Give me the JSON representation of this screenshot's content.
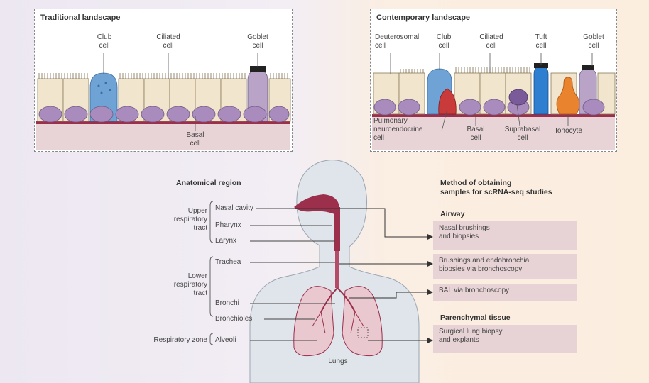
{
  "traditional": {
    "title": "Traditional landscape",
    "club": "Club\ncell",
    "ciliated": "Ciliated\ncell",
    "goblet": "Goblet\ncell",
    "basal": "Basal\ncell"
  },
  "contemporary": {
    "title": "Contemporary landscape",
    "deuterosomal": "Deuterosomal\ncell",
    "club": "Club\ncell",
    "ciliated": "Ciliated\ncell",
    "tuft": "Tuft\ncell",
    "goblet": "Goblet\ncell",
    "pulmonary": "Pulmonary\nneuroendocrine\ncell",
    "basal": "Basal\ncell",
    "suprabasal": "Suprabasal\ncell",
    "ionocyte": "Ionocyte"
  },
  "anatomy": {
    "heading": "Anatomical region",
    "upper": "Upper\nrespiratory\ntract",
    "lower": "Lower\nrespiratory\ntract",
    "respiratory_zone": "Respiratory zone",
    "nasal_cavity": "Nasal cavity",
    "pharynx": "Pharynx",
    "larynx": "Larynx",
    "trachea": "Trachea",
    "bronchi": "Bronchi",
    "bronchioles": "Bronchioles",
    "alveoli": "Alveoli",
    "lungs": "Lungs"
  },
  "methods": {
    "heading": "Method of obtaining\nsamples for scRNA-seq studies",
    "airway": "Airway",
    "nasal": "Nasal brushings\nand biopsies",
    "bronchoscopy": "Brushings and endobronchial\nbiopsies via bronchoscopy",
    "bal": "BAL via bronchoscopy",
    "parenchymal": "Parenchymal tissue",
    "surgical": "Surgical lung biopsy\nand explants"
  },
  "colors": {
    "airway": "#9b2f4c",
    "club": "#6fa3d6",
    "goblet": "#b9a4c8",
    "basal": "#a98bbd",
    "tuft": "#2f7fd1",
    "ionocyte": "#e9832e",
    "neuroendocrine": "#c93a3a",
    "sample_box": "#e7d3d6"
  }
}
